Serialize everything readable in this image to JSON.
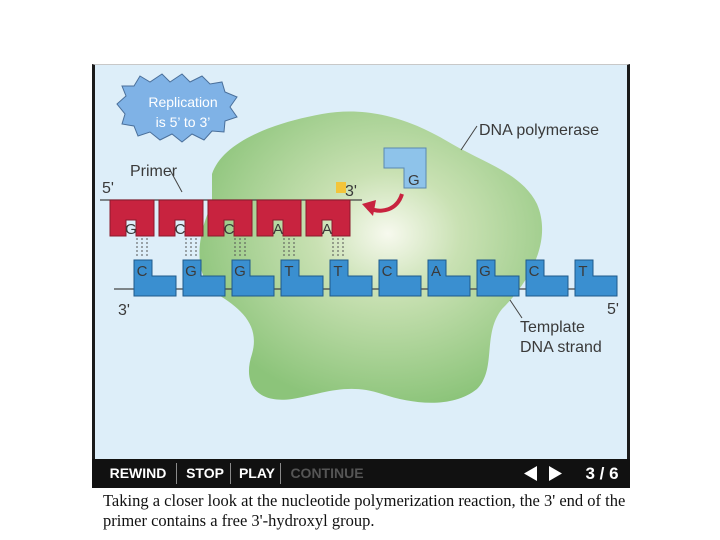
{
  "callout": {
    "line1": "Replication",
    "line2": "is 5’ to 3’"
  },
  "labels": {
    "dna_polymerase": "DNA polymerase",
    "primer": "Primer",
    "five_prime_top": "5'",
    "three_prime_end": "3'",
    "three_prime_bottom": "3'",
    "five_prime_bottom": "5'",
    "template_line1": "Template",
    "template_line2": "DNA strand",
    "incoming_base": "G"
  },
  "primer_bases": [
    "G",
    "C",
    "C",
    "A",
    "A"
  ],
  "template_bases": [
    "C",
    "G",
    "G",
    "T",
    "T",
    "C",
    "A",
    "G",
    "C",
    "T"
  ],
  "controls": {
    "rewind": "REWIND",
    "stop": "STOP",
    "play": "PLAY",
    "continue": "CONTINUE",
    "page": "3 / 6"
  },
  "caption": "Taking a closer look at the nucleotide polymerization reaction, the 3' end of the primer contains a free 3'-hydroxyl group.",
  "colors": {
    "primer": "#c8233f",
    "template": "#3a8fd0",
    "incoming": "#8ec3ea",
    "polymerase": "#8cc47a",
    "background": "#ddeef9",
    "callout": "#7fb2e6"
  }
}
